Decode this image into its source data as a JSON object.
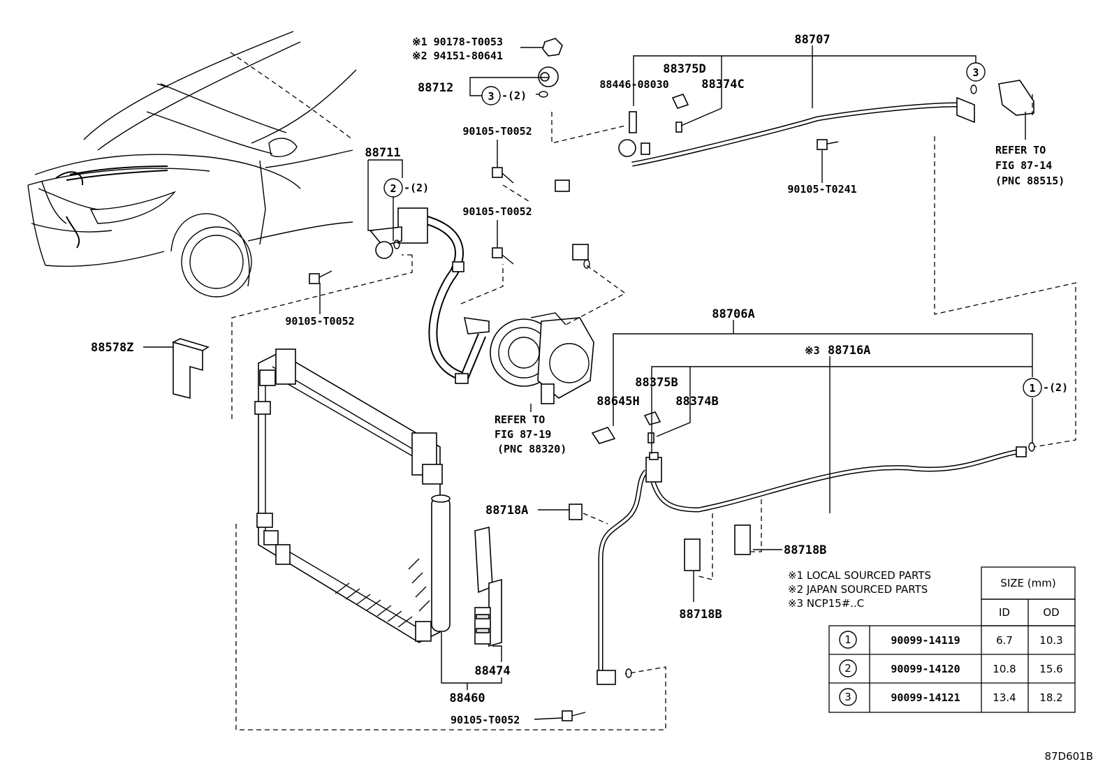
{
  "diagram_id": "87D601B",
  "part_labels": {
    "p88707": "88707",
    "p88712": "88712",
    "p88711": "88711",
    "p88375D": "88375D",
    "p88374C": "88374C",
    "p88446": "88446-08030",
    "p90105_T0052_a": "90105-T0052",
    "p90105_T0052_b": "90105-T0052",
    "p90105_T0052_c": "90105-T0052",
    "p90105_T0052_d": "90105-T0052",
    "p90105_T0241": "90105-T0241",
    "p88578Z": "88578Z",
    "p88706A": "88706A",
    "p88716A": "88716A",
    "p88716A_mark": "※3",
    "p88375B": "88375B",
    "p88645H": "88645H",
    "p88374B": "88374B",
    "p88718A": "88718A",
    "p88718B_a": "88718B",
    "p88718B_b": "88718B",
    "p88474": "88474",
    "p88460": "88460",
    "nut1": "※1 90178-T0053",
    "nut2": "※2 94151-80641",
    "ring_qty_3": "-(2)",
    "ring_qty_2": "-(2)",
    "ring_qty_1": "-(2)"
  },
  "refer_notes": {
    "ref1": [
      "REFER TO",
      "FIG 87-14",
      "(PNC 88515)"
    ],
    "ref2": [
      "REFER TO",
      "FIG 87-19",
      "(PNC 88320)"
    ]
  },
  "notes": [
    "※1 LOCAL SOURCED PARTS",
    "※2 JAPAN SOURCED PARTS",
    "※3 NCP15#..C"
  ],
  "size_table": {
    "header": "SIZE (mm)",
    "col_id": "ID",
    "col_od": "OD",
    "rows": [
      {
        "ref": "1",
        "part": "90099-14119",
        "id": "6.7",
        "od": "10.3"
      },
      {
        "ref": "2",
        "part": "90099-14120",
        "id": "10.8",
        "od": "15.6"
      },
      {
        "ref": "3",
        "part": "90099-14121",
        "id": "13.4",
        "od": "18.2"
      }
    ]
  },
  "callouts": {
    "c3_top": "3",
    "c3_88712": "3",
    "c2_88711": "2",
    "c1_right": "1"
  }
}
